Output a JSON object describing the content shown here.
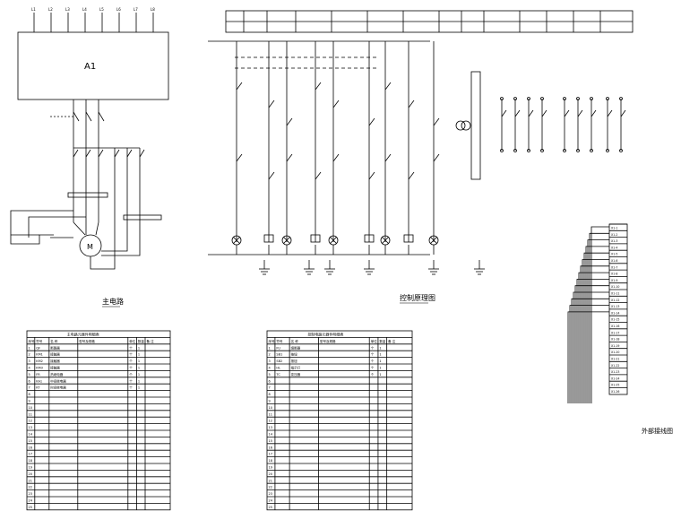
{
  "main_circuit": {
    "title": "主电路",
    "block_label": "A1",
    "top_terminals": [
      "L1",
      "L2",
      "L3",
      "L4",
      "L5",
      "L6",
      "L7",
      "L8"
    ]
  },
  "control_circuit": {
    "title": "控制原理图"
  },
  "terminal_wiring": {
    "title": "外部接线图",
    "terminals": [
      "X1-1",
      "X1-2",
      "X1-3",
      "X1-4",
      "X1-5",
      "X1-6",
      "X1-7",
      "X1-8",
      "X1-9",
      "X1-10",
      "X1-11",
      "X1-12",
      "X1-13",
      "X1-14",
      "X1-15",
      "X1-16",
      "X1-17",
      "X1-18",
      "X1-19",
      "X1-20",
      "X1-21",
      "X1-22",
      "X1-23",
      "X1-24",
      "X1-25",
      "X1-26"
    ]
  },
  "parts_table_1": {
    "title": "主电路元器件明细表",
    "headers": [
      "序号",
      "符号",
      "名 称",
      "型号及规格",
      "单位",
      "数量",
      "备 注"
    ],
    "rows": [
      [
        "1",
        "QF",
        "断路器",
        "",
        "个",
        "1",
        ""
      ],
      [
        "2",
        "KM1",
        "接触器",
        "",
        "个",
        "1",
        ""
      ],
      [
        "3",
        "KM2",
        "接触器",
        "",
        "个",
        "1",
        ""
      ],
      [
        "4",
        "KM3",
        "接触器",
        "",
        "个",
        "1",
        ""
      ],
      [
        "5",
        "FR",
        "热继电器",
        "",
        "个",
        "1",
        ""
      ],
      [
        "6",
        "KA1",
        "中间继电器",
        "",
        "个",
        "1",
        ""
      ],
      [
        "7",
        "KT",
        "时间继电器",
        "",
        "个",
        "1",
        ""
      ]
    ],
    "row_count": 25
  },
  "parts_table_2": {
    "title": "控制电路元器件明细表",
    "headers": [
      "序号",
      "符号",
      "名 称",
      "型号及规格",
      "单位",
      "数量",
      "备 注"
    ],
    "rows": [
      [
        "1",
        "FU",
        "熔断器",
        "",
        "个",
        "1",
        ""
      ],
      [
        "2",
        "SB1",
        "按钮",
        "",
        "个",
        "1",
        ""
      ],
      [
        "3",
        "SB2",
        "按钮",
        "",
        "个",
        "1",
        ""
      ],
      [
        "4",
        "HL",
        "指示灯",
        "",
        "个",
        "1",
        ""
      ],
      [
        "5",
        "TC",
        "变压器",
        "",
        "个",
        "1",
        ""
      ]
    ],
    "row_count": 25
  },
  "colors": {
    "ink": "#000000",
    "paper": "#ffffff"
  }
}
